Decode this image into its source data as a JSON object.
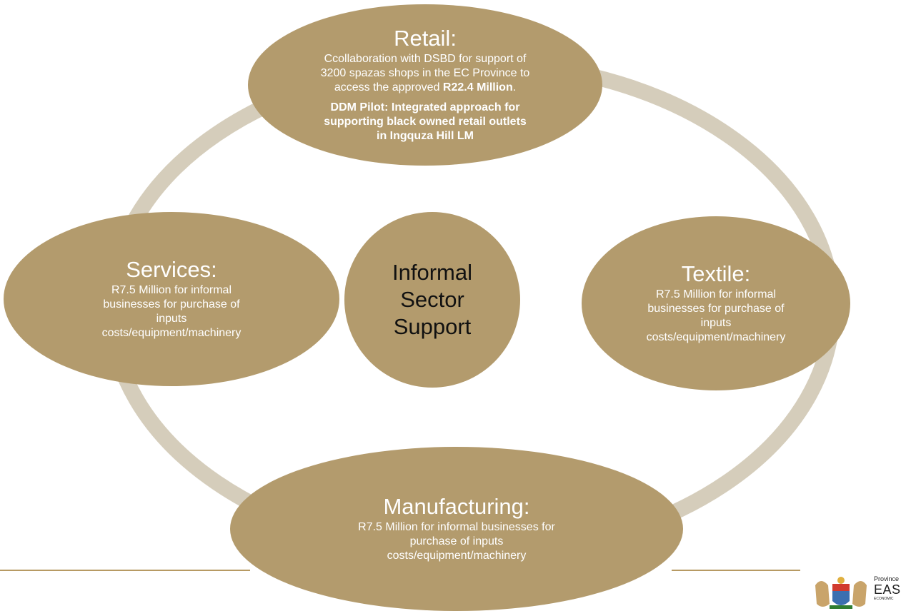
{
  "colors": {
    "node_fill": "#b39b6d",
    "ring": "#d5cdbb",
    "rule": "#b79a63",
    "center_text": "#111111",
    "node_text": "#ffffff"
  },
  "center": {
    "line1": "Informal",
    "line2": "Sector",
    "line3": "Support"
  },
  "retail": {
    "title": "Retail:",
    "line1": "Ccollaboration with DSBD for support of",
    "line2": "3200 spazas shops in the EC Province to",
    "line3_prefix": "access the approved ",
    "line3_bold": "R22.4 Million",
    "line3_suffix": ".",
    "note1": "DDM Pilot: Integrated approach for",
    "note2": "supporting black owned retail outlets",
    "note3": "in Ingquza Hill LM"
  },
  "services": {
    "title": "Services:",
    "line1": "R7.5 Million for informal",
    "line2": "businesses for purchase of",
    "line3": "inputs",
    "line4": "costs/equipment/machinery"
  },
  "textile": {
    "title": "Textile:",
    "line1": "R7.5 Million for  informal",
    "line2": "businesses for purchase of",
    "line3": "inputs",
    "line4": "costs/equipment/machinery"
  },
  "manufacturing": {
    "title": "Manufacturing:",
    "line1": "R7.5 Million for informal businesses for",
    "line2": "purchase of inputs",
    "line3": "costs/equipment/machinery"
  },
  "logo": {
    "line1": "Province",
    "line2": "EAS",
    "line3": "ECONOMIC"
  }
}
